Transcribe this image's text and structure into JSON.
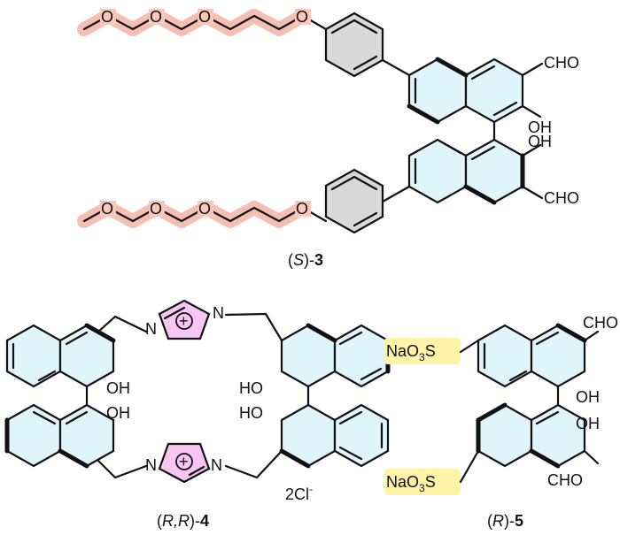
{
  "compound3": {
    "cho_top": "CHO",
    "oh_top": "OH",
    "oh_bottom": "OH",
    "cho_bottom": "CHO",
    "peg_oxygens": [
      "O",
      "O",
      "O",
      "O"
    ],
    "peg_oxygens_lower": [
      "O",
      "O",
      "O",
      "O"
    ],
    "caption_prefix": "(",
    "caption_stereo": "S",
    "caption_suffix": ")-",
    "caption_number": "3"
  },
  "compound4": {
    "oh_labels": [
      "OH",
      "OH",
      "HO",
      "HO"
    ],
    "n_labels": [
      "N",
      "N",
      "N",
      "N"
    ],
    "plus": "+",
    "counterion": "2Cl",
    "counterion_charge": "-",
    "caption_prefix": "(",
    "caption_stereo": "R,R",
    "caption_suffix": ")-",
    "caption_number": "4"
  },
  "compound5": {
    "sulfonate_main": "NaO",
    "sulfonate_sub": "3",
    "sulfonate_tail": "S",
    "cho_top": "CHO",
    "oh_top": "OH",
    "oh_bottom": "OH",
    "cho_bottom": "CHO",
    "caption_prefix": "(",
    "caption_stereo": "R",
    "caption_suffix": ")-",
    "caption_number": "5"
  },
  "colors": {
    "aromatic_fill": "#dff4fb",
    "phenyl_fill": "#d9d9d9",
    "imidazolium_fill": "#f7c7f2",
    "peg_highlight": "#f4b4a6",
    "sulfonate_highlight": "#fff3a8"
  }
}
